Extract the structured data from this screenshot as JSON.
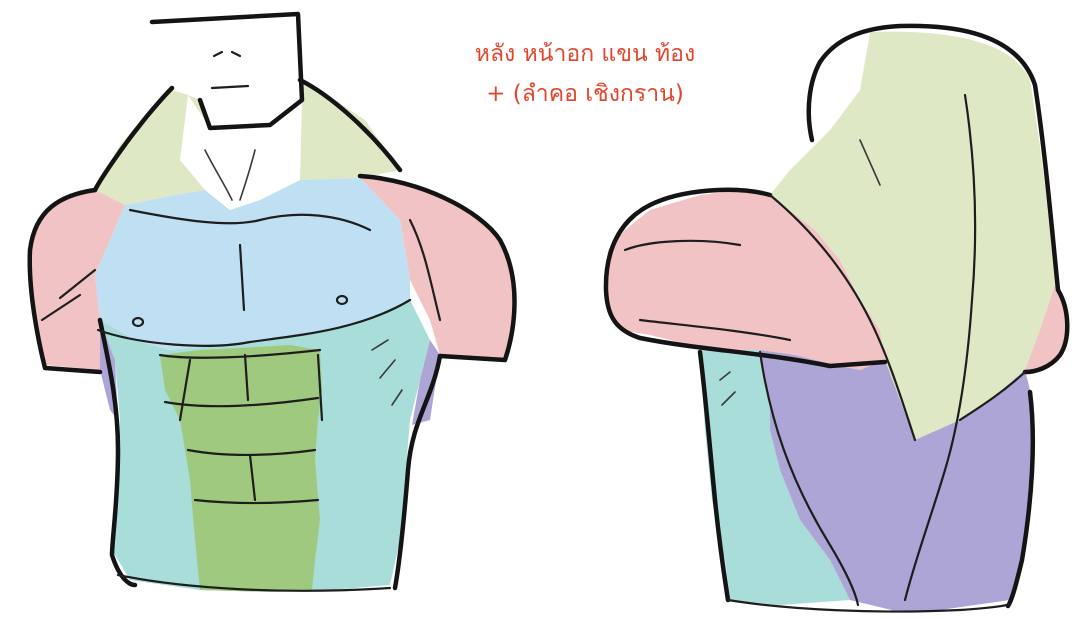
{
  "caption": {
    "line1": "หลัง หน้าอก แขน ท้อง",
    "line2": "+ (ลำคอ เชิงกราน)"
  },
  "colors": {
    "back_and_neck_zone": "#dfe8c4",
    "arm_zone": "#f2c3c5",
    "chest_zone": "#bfe0f3",
    "abdomen_zone": "#a9ddd9",
    "center_abs_zone": "#9ec97f",
    "pelvis_side_zone": "#ada5d6",
    "head_zone": "#ffffff",
    "caption_text": "#e2462c",
    "outline": "#141414"
  },
  "figures": [
    {
      "view": "front",
      "description_icon": "torso-front-icon"
    },
    {
      "view": "back",
      "description_icon": "torso-back-icon"
    }
  ]
}
